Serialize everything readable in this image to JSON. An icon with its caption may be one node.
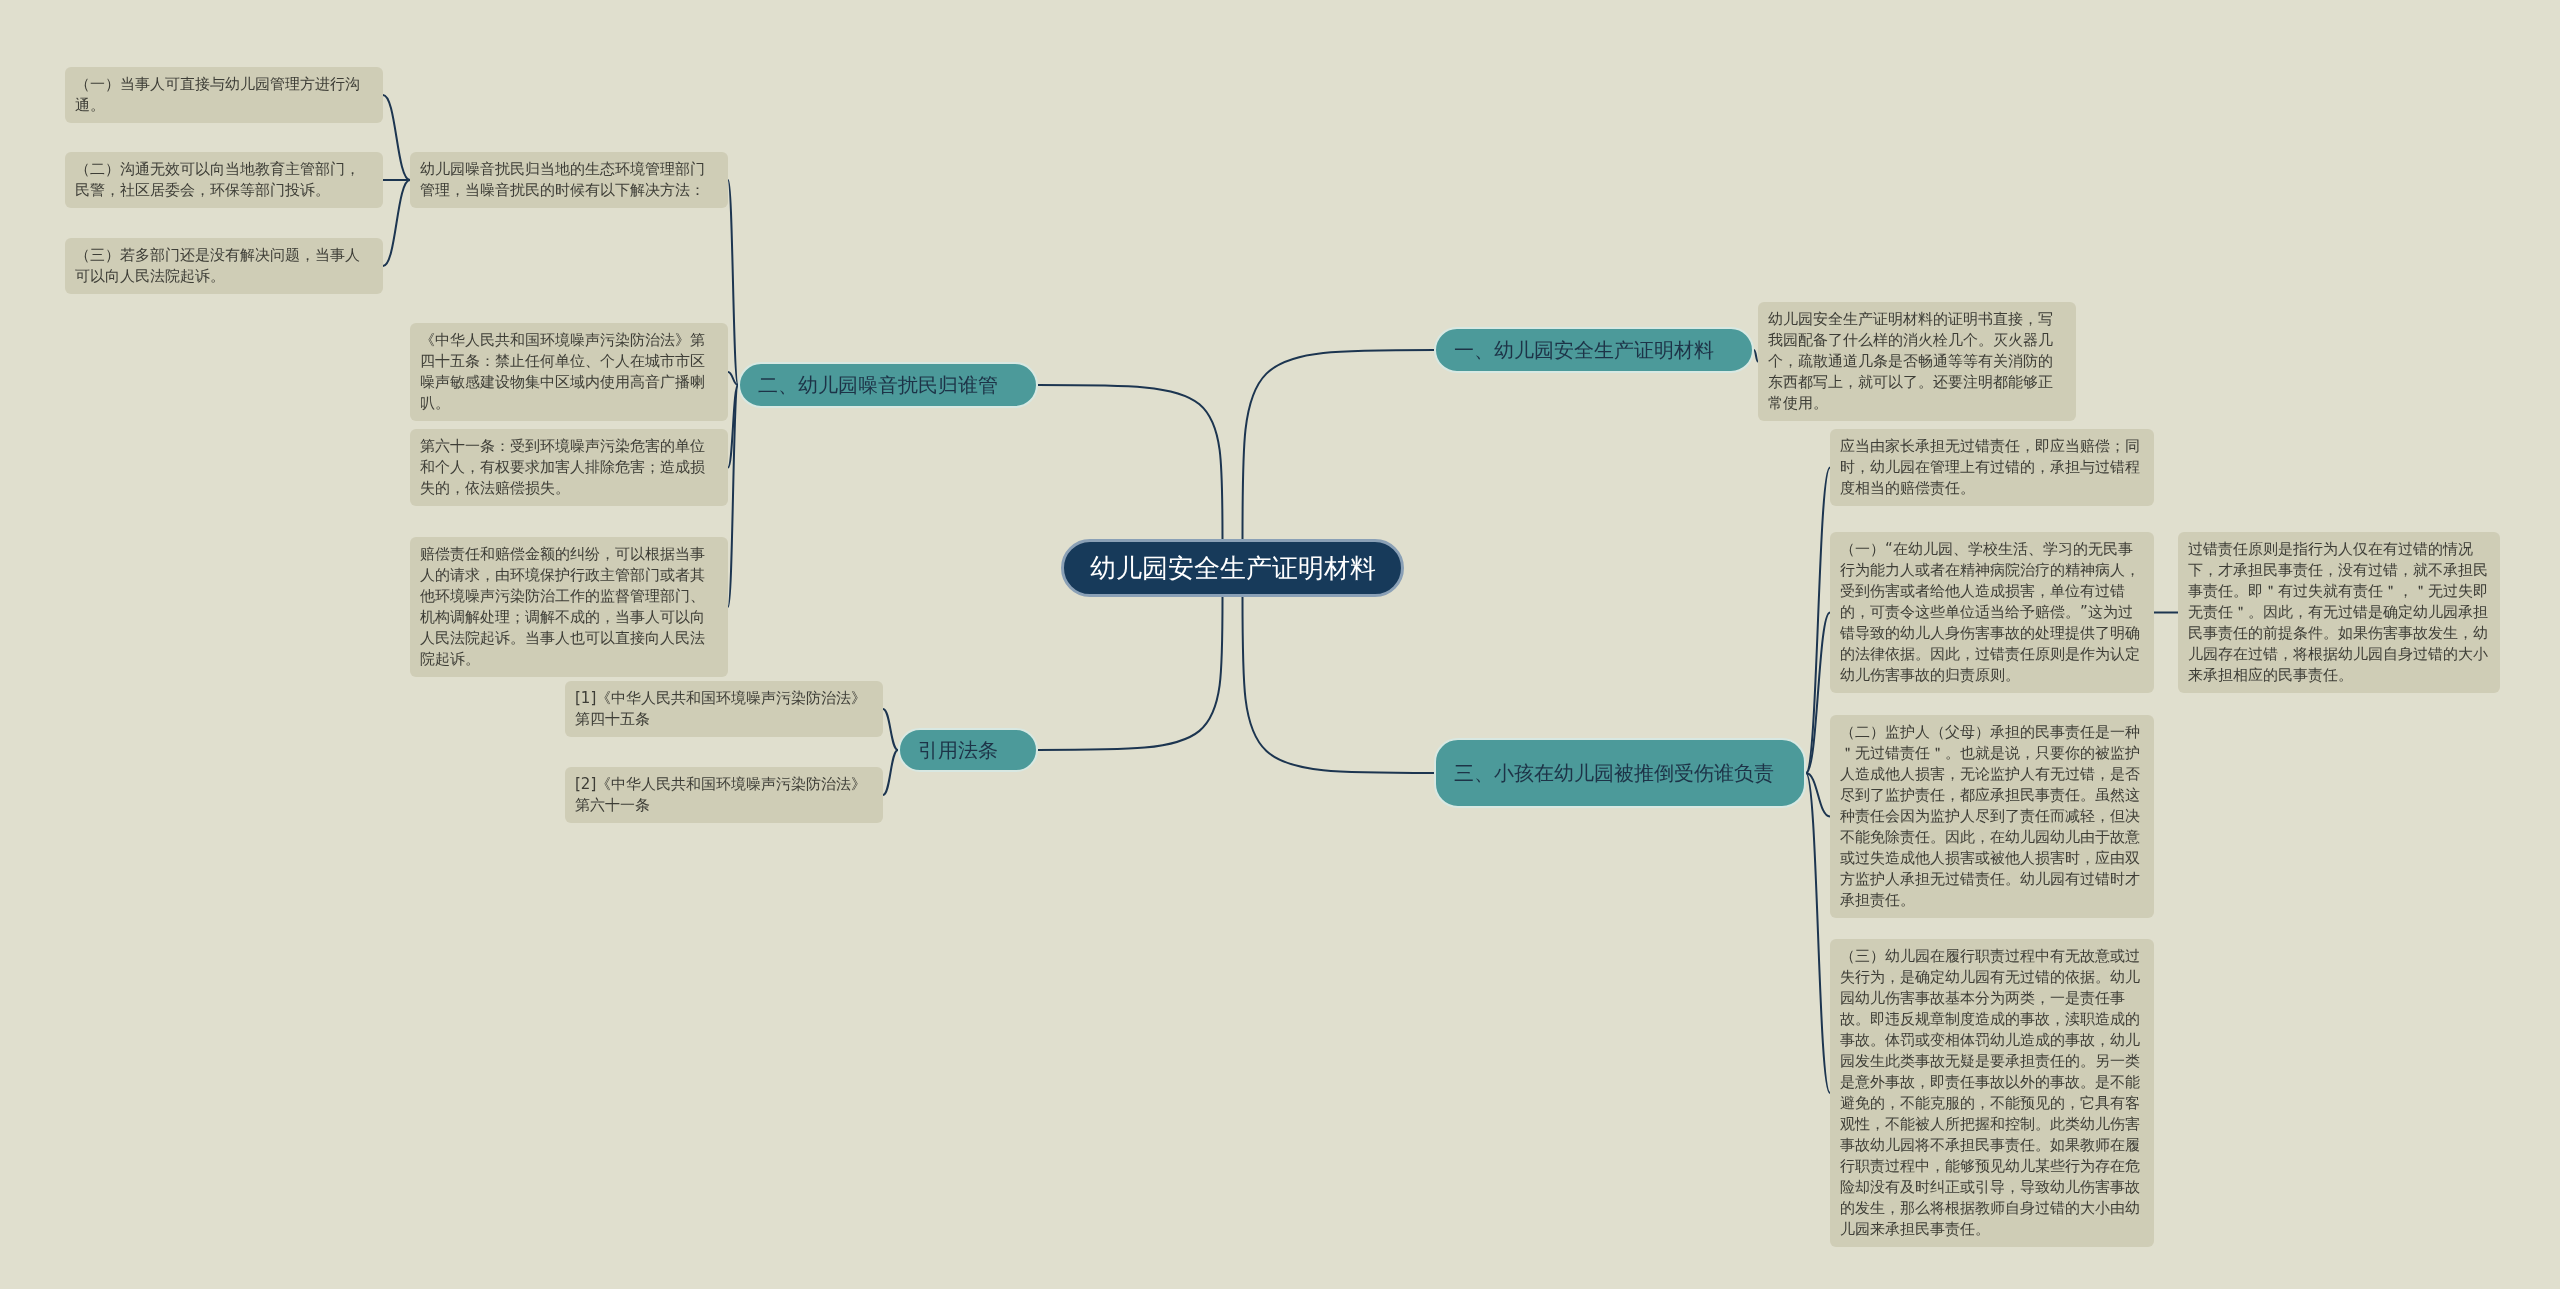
{
  "diagram": {
    "nodes": [
      {
        "text": [
          "幼儿园安全生产证明材料"
        ]
      },
      {
        "text": [
          "一、幼儿园安全生产证明材料"
        ]
      },
      {
        "text": [
          "幼儿园安全生产证明材料的证明书直接，写我园配备了什么样的消火栓几个。灭火器几个，疏散通道几条是否畅通等等有关消防的东西都写上，就可以了。还要注明都能够正常使用。"
        ]
      },
      {
        "text": [
          "二、幼儿园噪音扰民归谁管"
        ]
      },
      {
        "text": [
          "幼儿园噪音扰民归当地的生态环境管理部门管理，当噪音扰民的时候有以下解决方法："
        ]
      },
      {
        "text": [
          "（一）当事人可直接与幼儿园管理方进行沟通。"
        ]
      },
      {
        "text": [
          "（二）沟通无效可以向当地教育主管部门，民警，社区居委会，环保等部门投诉。"
        ]
      },
      {
        "text": [
          "（三）若多部门还是没有解决问题，当事人可以向人民法院起诉。"
        ]
      },
      {
        "text": [
          "《中华人民共和国环境噪声污染防治法》第四十五条：禁止任何单位、个人在城市市区噪声敏感建设物集中区域内使用高音广播喇叭。"
        ]
      },
      {
        "text": [
          "第六十一条：受到环境噪声污染危害的单位和个人，有权要求加害人排除危害；造成损失的，依法赔偿损失。"
        ]
      },
      {
        "text": [
          "赔偿责任和赔偿金额的纠纷，可以根据当事人的请求，由环境保护行政主管部门或者其他环境噪声污染防治工作的监督管理部门、机构调解处理；调解不成的，当事人可以向人民法院起诉。当事人也可以直接向人民法院起诉。"
        ]
      },
      {
        "text": [
          "引用法条"
        ]
      },
      {
        "text": [
          "[1]《中华人民共和国环境噪声污染防治法》第四十五条"
        ]
      },
      {
        "text": [
          "[2]《中华人民共和国环境噪声污染防治法》第六十一条"
        ]
      },
      {
        "text": [
          "三、小孩在幼儿园被推倒受伤谁负责"
        ]
      },
      {
        "text": [
          "应当由家长承担无过错责任，即应当赔偿；同时，幼儿园在管理上有过错的，承担与过错程度相当的赔偿责任。"
        ]
      },
      {
        "text": [
          "（一）“在幼儿园、学校生活、学习的无民事行为能力人或者在精神病院治疗的精神病人，受到伤害或者给他人造成损害，单位有过错的，可责令这些单位适当给予赔偿。”这为过错导致的幼儿人身伤害事故的处理提供了明确的法律依据。因此，过错责任原则是作为认定幼儿伤害事故的归责原则。"
        ]
      },
      {
        "text": [
          "（二）监护人（父母）承担的民事责任是一种＂无过错责任＂。也就是说，只要你的被监护人造成他人损害，无论监护人有无过错，是否尽到了监护责任，都应承担民事责任。虽然这种责任会因为监护人尽到了责任而减轻，但决不能免除责任。因此，在幼儿园幼儿由于故意或过失造成他人损害或被他人损害时，应由双方监护人承担无过错责任。幼儿园有过错时才承担责任。"
        ]
      },
      {
        "text": [
          "（三）幼儿园在履行职责过程中有无故意或过失行为，是确定幼儿园有无过错的依据。幼儿园幼儿伤害事故基本分为两类，一是责任事故。即违反规章制度造成的事故，渎职造成的事故。体罚或变相体罚幼儿造成的事故，幼儿园发生此类事故无疑是要承担责任的。另一类是意外事故，即责任事故以外的事故。是不能避免的，不能克服的，不能预见的，它具有客观性，不能被人所把握和控制。此类幼儿伤害事故幼儿园将不承担民事责任。如果教师在履行职责过程中，能够预见幼儿某些行为存在危险却没有及时纠正或引导，导致幼儿伤害事故的发生，那么将根据教师自身过错的大小由幼儿园来承担民事责任。"
        ]
      },
      {
        "text": [
          "过错责任原则是指行为人仅在有过错的情况下，才承担民事责任，没有过错，就不承担民事责任。即＂有过失就有责任＂，＂无过失即无责任＂。因此，有无过错是确定幼儿园承担民事责任的前提条件。如果伤害事故发生，幼儿园存在过错，将根据幼儿园自身过错的大小来承担相应的民事责任。"
        ]
      }
    ],
    "edges": [
      {
        "from": 0,
        "to": 1,
        "arrow": "none"
      },
      {
        "from": 1,
        "to": 2,
        "arrow": "none"
      },
      {
        "from": 0,
        "to": 3,
        "arrow": "none"
      },
      {
        "from": 3,
        "to": 4,
        "arrow": "none"
      },
      {
        "from": 4,
        "to": 5,
        "arrow": "none"
      },
      {
        "from": 4,
        "to": 6,
        "arrow": "none"
      },
      {
        "from": 4,
        "to": 7,
        "arrow": "none"
      },
      {
        "from": 3,
        "to": 8,
        "arrow": "none"
      },
      {
        "from": 3,
        "to": 9,
        "arrow": "none"
      },
      {
        "from": 3,
        "to": 10,
        "arrow": "none"
      },
      {
        "from": 0,
        "to": 11,
        "arrow": "none"
      },
      {
        "from": 11,
        "to": 12,
        "arrow": "none"
      },
      {
        "from": 11,
        "to": 13,
        "arrow": "none"
      },
      {
        "from": 0,
        "to": 14,
        "arrow": "none"
      },
      {
        "from": 14,
        "to": 15,
        "arrow": "none"
      },
      {
        "from": 14,
        "to": 16,
        "arrow": "none"
      },
      {
        "from": 14,
        "to": 17,
        "arrow": "none"
      },
      {
        "from": 14,
        "to": 18,
        "arrow": "none"
      },
      {
        "from": 16,
        "to": 19,
        "arrow": "none"
      }
    ]
  }
}
